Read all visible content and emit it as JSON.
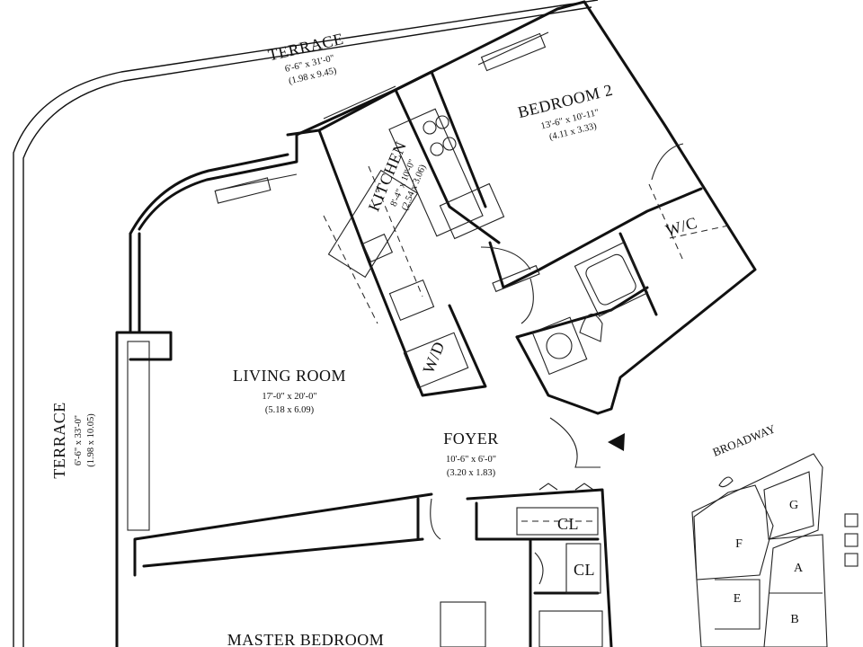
{
  "rooms": {
    "terrace_top": {
      "name": "TERRACE",
      "dims_imperial": "6'-6\" x 31'-0\"",
      "dims_metric": "(1.98 x 9.45)"
    },
    "terrace_left": {
      "name": "TERRACE",
      "dims_imperial": "6'-6\" x 33'-0\"",
      "dims_metric": "(1.98 x 10.05)"
    },
    "bedroom2": {
      "name": "BEDROOM 2",
      "dims_imperial": "13'-6\" x 10'-11\"",
      "dims_metric": "(4.11 x 3.33)"
    },
    "kitchen": {
      "name": "KITCHEN",
      "dims_imperial": "8'-4\" x 10'-0\"",
      "dims_metric": "(2.54 x 3.06)"
    },
    "living_room": {
      "name": "LIVING ROOM",
      "dims_imperial": "17'-0\" x 20'-0\"",
      "dims_metric": "(5.18 x 6.09)"
    },
    "foyer": {
      "name": "FOYER",
      "dims_imperial": "10'-6\" x 6'-0\"",
      "dims_metric": "(3.20 x 1.83)"
    },
    "master_bedroom": {
      "name": "MASTER BEDROOM"
    },
    "wc": "W/C",
    "wd": "W/D",
    "closet_1": "CL",
    "closet_2": "CL"
  },
  "key_plan": {
    "street": "BROADWAY",
    "blocks": [
      "G",
      "F",
      "A",
      "E",
      "B"
    ]
  }
}
